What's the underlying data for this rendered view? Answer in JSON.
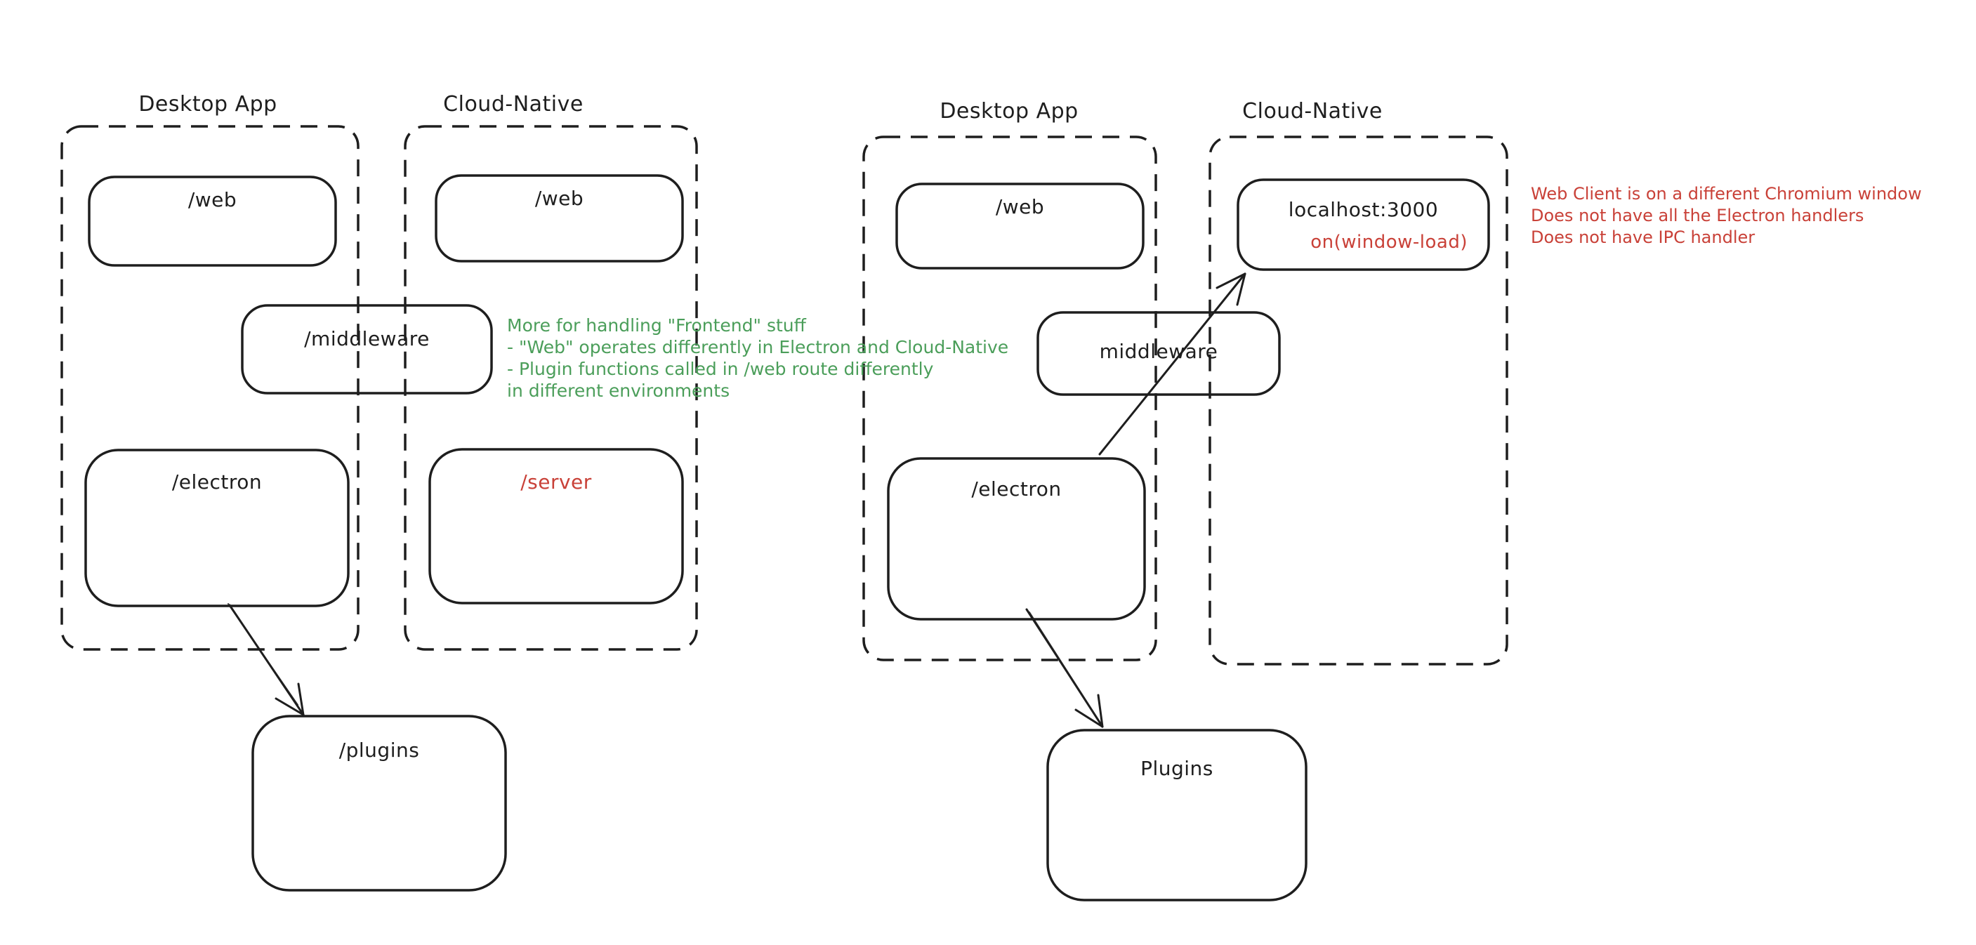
{
  "colors": {
    "background": "#ffffff",
    "stroke": "#1e1e1e",
    "green": "#4b9e5a",
    "red": "#c94138"
  },
  "left_diagram": {
    "desktop_container_label": "Desktop App",
    "cloud_container_label": "Cloud-Native",
    "web_desktop_label": "/web",
    "web_cloud_label": "/web",
    "middleware_label": "/middleware",
    "electron_label": "/electron",
    "server_label": "/server",
    "plugins_label": "/plugins",
    "note_lines": [
      "More for handling \"Frontend\" stuff",
      "- \"Web\" operates differently in Electron and Cloud-Native",
      "- Plugin functions called in /web route differently",
      "in different environments"
    ]
  },
  "right_diagram": {
    "desktop_container_label": "Desktop App",
    "cloud_container_label": "Cloud-Native",
    "web_label": "/web",
    "localhost_label": "localhost:3000",
    "window_load_label": "on(window-load)",
    "middleware_label": "middleware",
    "electron_label": "/electron",
    "plugins_label": "Plugins",
    "note_lines": [
      "Web Client is on a different Chromium window",
      "Does not have all the Electron handlers",
      "Does not have IPC handler"
    ]
  }
}
